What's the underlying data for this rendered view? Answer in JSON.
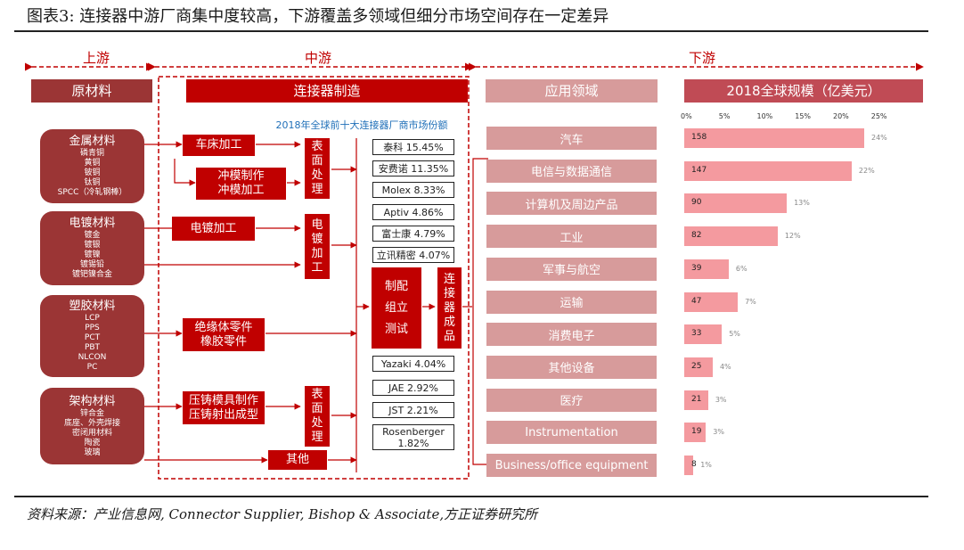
{
  "title": "图表3:  连接器中游厂商集中度较高，下游覆盖多领域但细分市场空间存在一定差异",
  "sections": {
    "upstream": "上游",
    "midstream": "中游",
    "downstream": "下游"
  },
  "headers": {
    "raw_materials": "原材料",
    "manufacturing": "连接器制造",
    "applications": "应用领域",
    "market_size": "2018全球规模（亿美元）"
  },
  "materials": [
    {
      "title": "金属材料",
      "items": [
        "磷青铜",
        "黄铜",
        "铍铜",
        "钛铜",
        "SPCC（冷轧钢棒）"
      ]
    },
    {
      "title": "电镀材料",
      "items": [
        "镀金",
        "镀银",
        "镀镍",
        "镀锡铅",
        "镀钯镍合金"
      ]
    },
    {
      "title": "塑胶材料",
      "items": [
        "LCP",
        "PPS",
        "PCT",
        "PBT",
        "NLCON",
        "PC"
      ]
    },
    {
      "title": "架构材料",
      "items": [
        "锌合金",
        "底座、外壳焊接",
        "密闭用材料",
        "陶瓷",
        "玻璃"
      ]
    }
  ],
  "processes": {
    "lathe": "车床加工",
    "stamping": [
      "冲模制作",
      "冲模加工"
    ],
    "plating": "电镀加工",
    "insulator": [
      "绝缘体零件",
      "橡胶零件"
    ],
    "diecast": [
      "压铸模具制作",
      "压铸射出成型"
    ],
    "other": "其他",
    "surface1": "表面处理",
    "plating_v": "电镀加工",
    "surface2": "表面处理",
    "assembly": [
      "制配",
      "组立",
      "测试"
    ],
    "finished": "连接器成品"
  },
  "market_share": {
    "title": "2018年全球前十大连接器厂商市场份额",
    "top": [
      "泰科 15.45%",
      "安费诺 11.35%",
      "Molex 8.33%",
      "Aptiv 4.86%",
      "富士康 4.79%",
      "立讯精密 4.07%"
    ],
    "bottom": [
      "Yazaki 4.04%",
      "JAE 2.92%",
      "JST 2.21%",
      "Rosenberger\n1.82%"
    ]
  },
  "axis_ticks": [
    "0%",
    "5%",
    "10%",
    "15%",
    "20%",
    "25%"
  ],
  "chart_data": {
    "type": "bar",
    "orientation": "horizontal",
    "title": "2018全球规模（亿美元）",
    "categories": [
      "汽车",
      "电信与数据通信",
      "计算机及周边产品",
      "工业",
      "军事与航空",
      "运输",
      "消费电子",
      "其他设备",
      "医疗",
      "Instrumentation",
      "Business/office equipment"
    ],
    "values": [
      158,
      147,
      90,
      82,
      39,
      47,
      33,
      25,
      21,
      19,
      8
    ],
    "shares": [
      "24%",
      "22%",
      "13%",
      "12%",
      "6%",
      "7%",
      "5%",
      "4%",
      "3%",
      "3%",
      "1%"
    ],
    "share_values": [
      24,
      22,
      13,
      12,
      6,
      7,
      5,
      4,
      3,
      3,
      1
    ],
    "xlim": [
      0,
      25
    ],
    "bar_color": "#f49a9f"
  },
  "source": "资料来源：产业信息网, Connector Supplier, Bishop & Associate,方正证券研究所",
  "colors": {
    "red": "#c00000",
    "dark_red": "#9b3535",
    "pink": "#d79b9b",
    "rose": "#c04b55",
    "market_title": "#1f6fb8"
  }
}
